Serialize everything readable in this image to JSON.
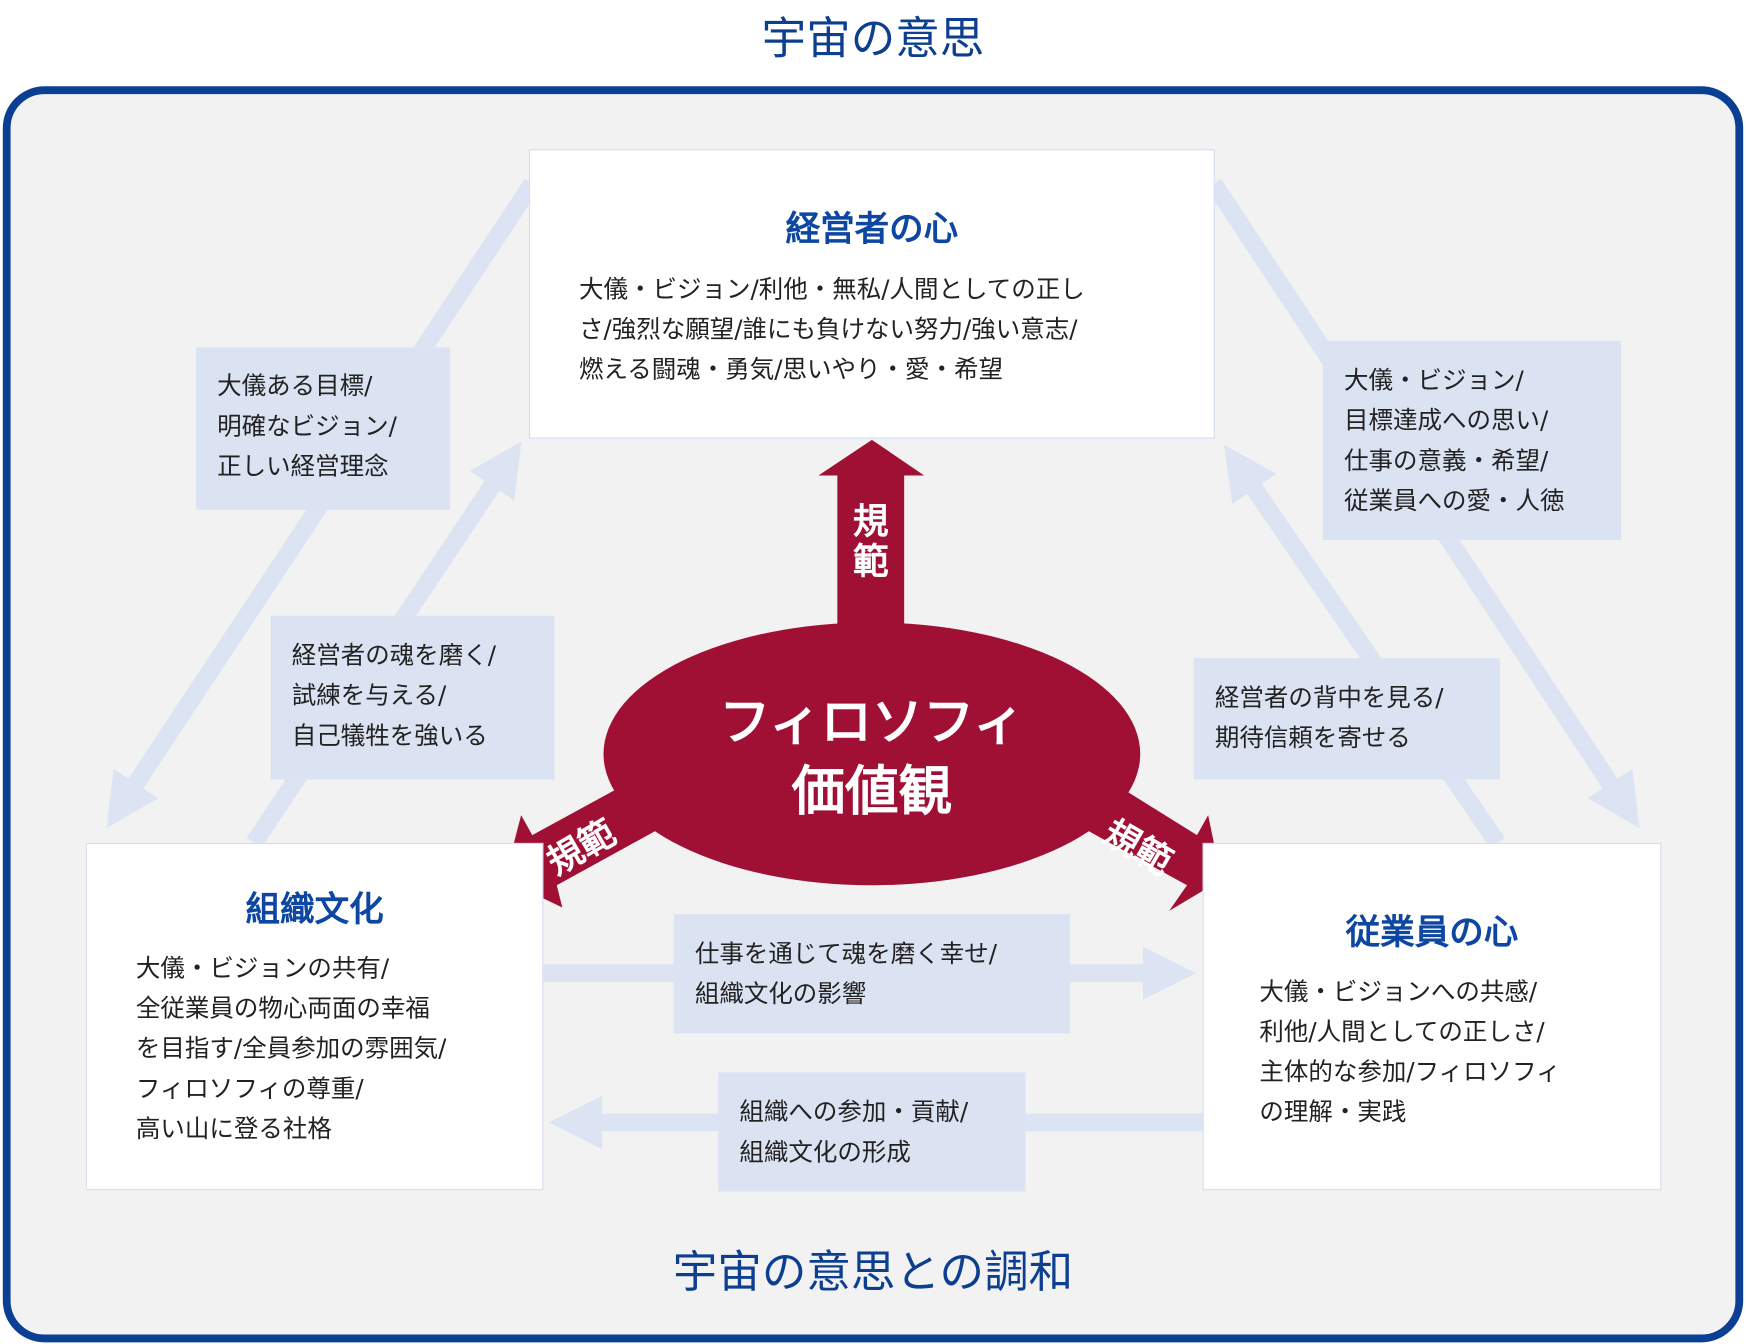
{
  "top_title": "宇宙の意思",
  "bottom_title": "宇宙の意思との調和",
  "colors": {
    "frame": "#0b3f94",
    "accent": "#a01035",
    "arrow": "#dce4f3",
    "label_bg": "#dbe3f3"
  },
  "center": {
    "line1": "フィロソフィ",
    "line2": "価値観",
    "norm_label": "規範"
  },
  "boxes": {
    "manager": {
      "title": "経営者の心",
      "lines": [
        "大儀・ビジョン/利他・無私/人間としての正し",
        "さ/強烈な願望/誰にも負けない努力/強い意志/",
        "燃える闘魂・勇気/思いやり・愛・希望"
      ]
    },
    "culture": {
      "title": "組織文化",
      "lines": [
        "大儀・ビジョンの共有/",
        "全従業員の物心両面の幸福",
        "を目指す/全員参加の雰囲気/",
        "フィロソフィの尊重/",
        "高い山に登る社格"
      ]
    },
    "employee": {
      "title": "従業員の心",
      "lines": [
        "大儀・ビジョンへの共感/",
        "利他/人間としての正しさ/",
        "主体的な参加/フィロソフィ",
        "の理解・実践"
      ]
    }
  },
  "labels": {
    "manager_to_culture": [
      "大儀ある目標/",
      "明確なビジョン/",
      "正しい経営理念"
    ],
    "culture_to_manager": [
      "経営者の魂を磨く/",
      "試練を与える/",
      "自己犠牲を強いる"
    ],
    "manager_to_employee": [
      "大儀・ビジョン/",
      "目標達成への思い/",
      "仕事の意義・希望/",
      "従業員への愛・人徳"
    ],
    "employee_to_manager": [
      "経営者の背中を見る/",
      "期待信頼を寄せる"
    ],
    "culture_to_employee": [
      "仕事を通じて魂を磨く幸せ/",
      "組織文化の影響"
    ],
    "employee_to_culture": [
      "組織への参加・貢献/",
      "組織文化の形成"
    ]
  }
}
